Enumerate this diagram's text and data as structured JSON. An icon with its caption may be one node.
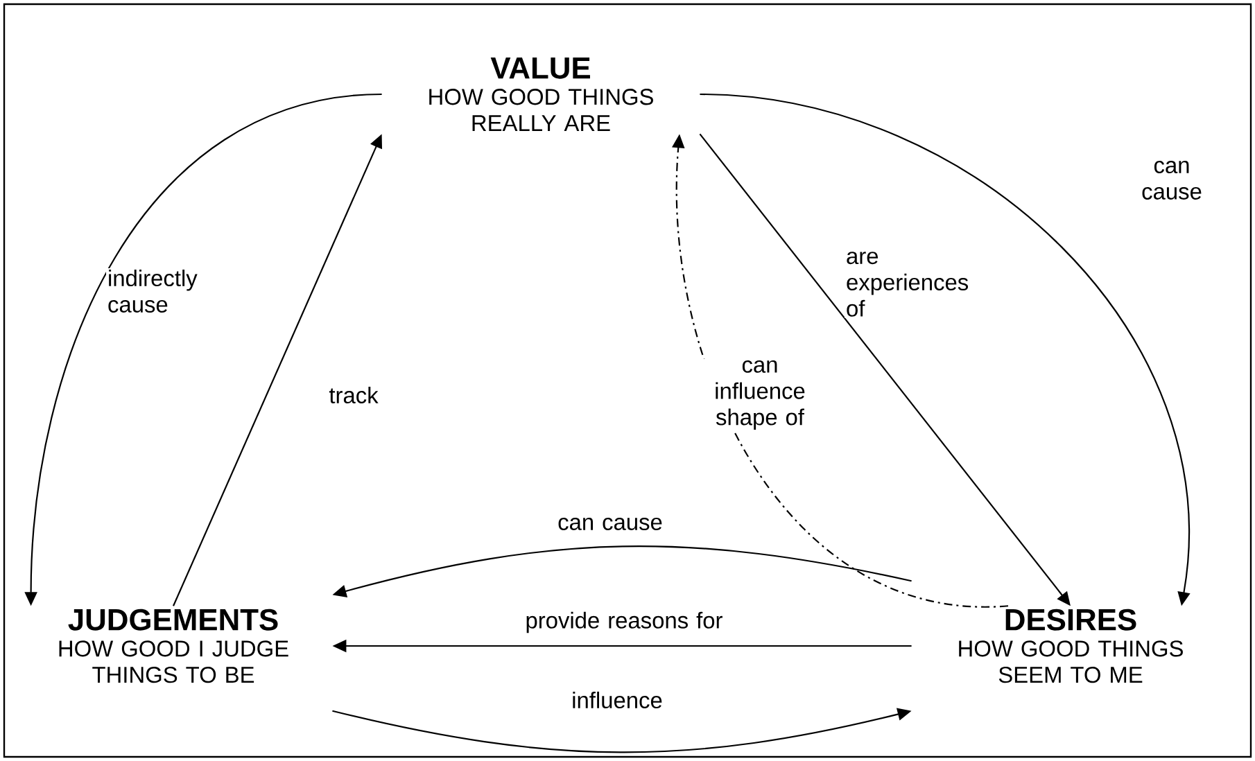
{
  "diagram": {
    "nodes": [
      {
        "text": [
          "VALUE",
          "HOW GOOD THINGS REALLY ARE"
        ]
      },
      {
        "text": [
          "JUDGEMENTS",
          "HOW GOOD I JUDGE THINGS TO BE"
        ]
      },
      {
        "text": [
          "DESIRES",
          "HOW GOOD THINGS SEEM TO ME"
        ]
      }
    ],
    "edges": [
      {
        "from": 0,
        "to": 1,
        "arrow": "to",
        "label": "indirectly cause"
      },
      {
        "from": 1,
        "to": 0,
        "arrow": "to",
        "label": "track"
      },
      {
        "from": 0,
        "to": 2,
        "arrow": "to",
        "label": "are experiences of"
      },
      {
        "from": 0,
        "to": 2,
        "arrow": "to",
        "label": "can cause"
      },
      {
        "from": 2,
        "to": 0,
        "arrow": "to",
        "label": "can influence shape of",
        "style": "dashed"
      },
      {
        "from": 2,
        "to": 1,
        "arrow": "to",
        "label": "can cause"
      },
      {
        "from": 2,
        "to": 1,
        "arrow": "to",
        "label": "provide reasons for"
      },
      {
        "from": 1,
        "to": 2,
        "arrow": "to",
        "label": "influence"
      }
    ]
  }
}
